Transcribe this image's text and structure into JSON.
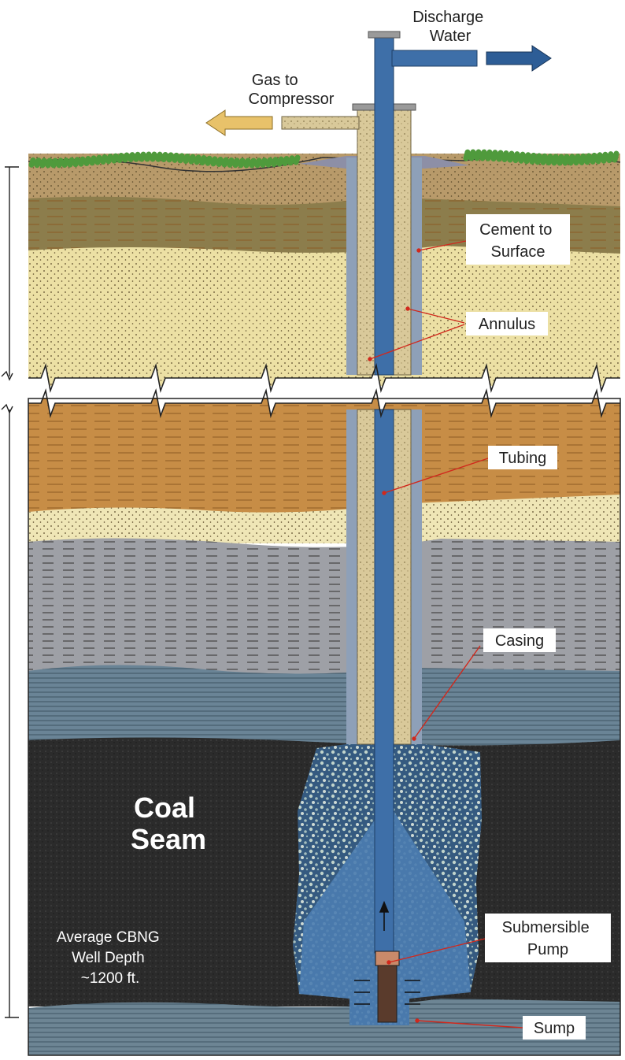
{
  "labels": {
    "discharge_water": [
      "Discharge",
      "Water"
    ],
    "gas_to_compressor": [
      "Gas to",
      "Compressor"
    ],
    "cement_to_surface": [
      "Cement to",
      "Surface"
    ],
    "annulus": "Annulus",
    "tubing": "Tubing",
    "casing": "Casing",
    "coal_seam": [
      "Coal",
      "Seam"
    ],
    "submersible_pump": [
      "Submersible",
      "Pump"
    ],
    "sump": "Sump",
    "well_depth_note": [
      "Average CBNG",
      "Well Depth",
      "~1200 ft."
    ]
  },
  "colors": {
    "grass": "#4f9a3c",
    "topsoil": "#b89a6a",
    "dark_olive": "#8c7d4c",
    "sand": "#ece0a4",
    "orange_clay": "#c78d46",
    "light_sand": "#efe6b6",
    "gray_shale": "#9ea0a6",
    "blue_shale": "#6a8496",
    "coal": "#2b2b2b",
    "bottom_shale": "#6d8594",
    "tubing": "#3e6fa8",
    "cement": "#d9c99a",
    "gas_arrow": "#e8c26a",
    "water_arrow": "#2d5d96",
    "leader": "#d1281c"
  }
}
